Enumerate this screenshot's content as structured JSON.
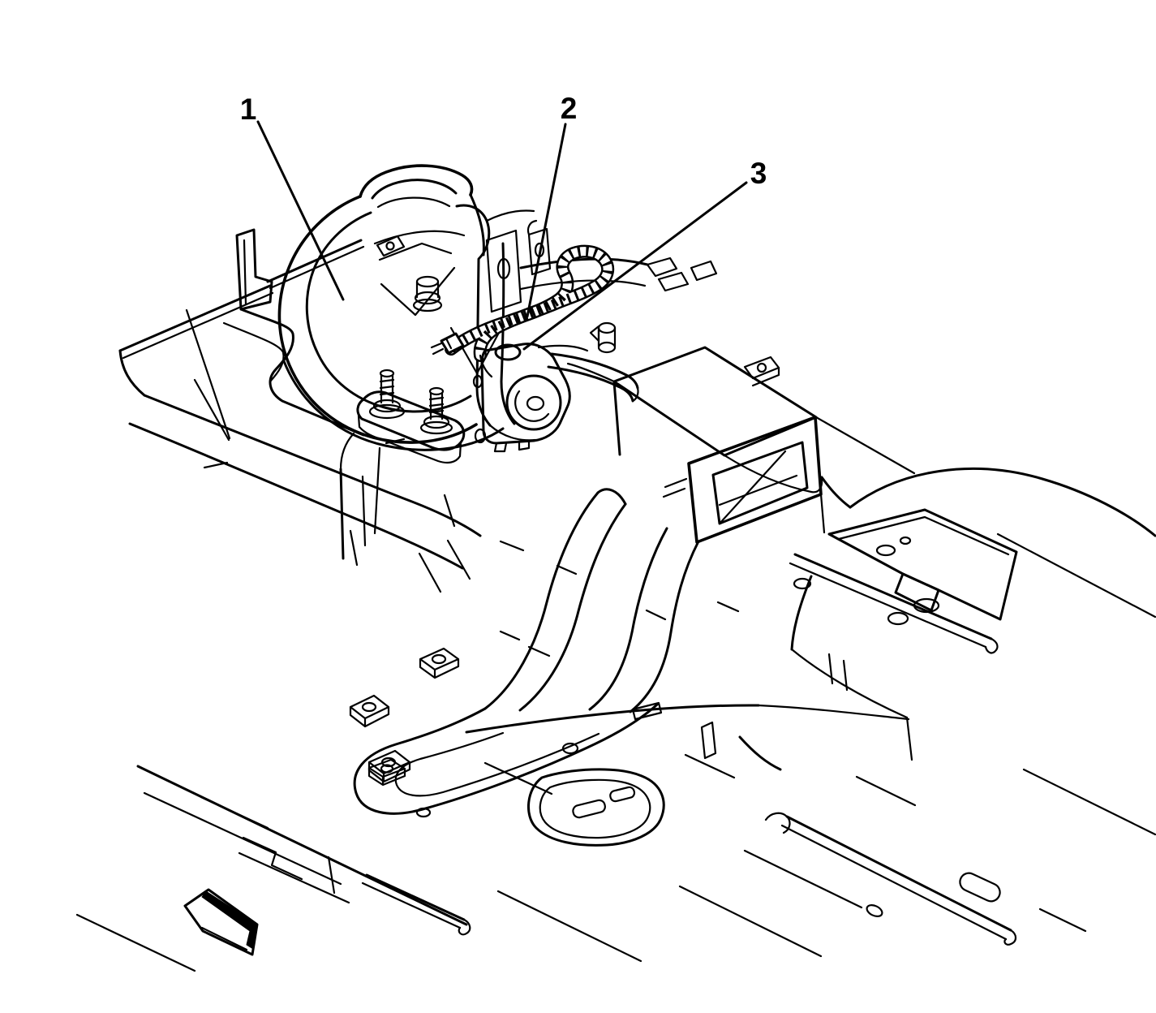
{
  "figure": {
    "type": "technical-line-illustration",
    "description": "Service-manual style exploded line drawing of an auxiliary heater blower motor, wiring harness and electric actuator mounted to the vehicle floor pan with air duct outlet",
    "background_color": "#ffffff",
    "line_color": "#000000",
    "callouts": [
      {
        "label": "1",
        "target": "blower-motor-housing"
      },
      {
        "label": "2",
        "target": "wiring-harness"
      },
      {
        "label": "3",
        "target": "actuator-motor"
      }
    ],
    "direction_arrow": {
      "name": "front-of-vehicle-arrow",
      "style": "3d-block-arrow",
      "points": "upper-left"
    }
  }
}
